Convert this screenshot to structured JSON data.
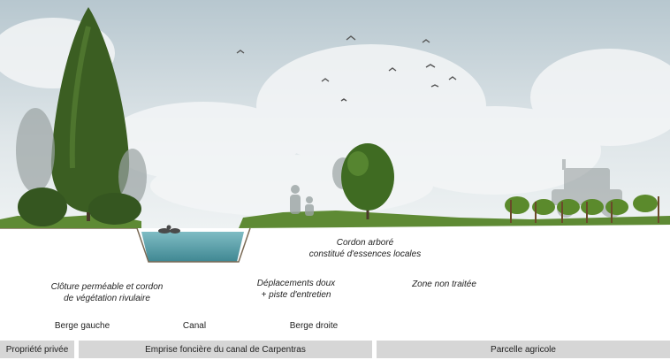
{
  "labels": {
    "cordon": [
      "Cordon arboré",
      "constitué d'essences locales"
    ],
    "cloture": [
      "Clôture perméable et cordon",
      "de végétation rivulaire"
    ],
    "deplacements": [
      "Déplacements doux",
      "+ piste d'entretien"
    ],
    "zone": "Zone non traitée",
    "berge_gauche": "Berge gauche",
    "canal": "Canal",
    "berge_droite": "Berge droite"
  },
  "bands": [
    "Propriété privée",
    "Emprise foncière du canal de Carpentras",
    "Parcelle agricole"
  ],
  "colors": {
    "sky": "#c9d6dc",
    "water": "#5aa0ab",
    "grass": "#4f7a2e",
    "tree": "#3b5e22",
    "band": "#d6d6d6"
  },
  "icons": [
    "poplar-tree-icon",
    "bush-tree-icon",
    "tractor-icon",
    "vineyard-icon",
    "bird-icon",
    "duck-icon",
    "pedestrian-icon"
  ]
}
